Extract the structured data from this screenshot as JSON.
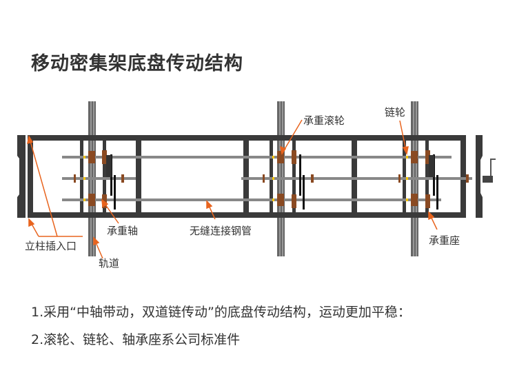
{
  "title": "移动密集架底盘传动结构",
  "labels": {
    "roller": "承重滚轮",
    "sprocket": "链轮",
    "axle": "承重轴",
    "tube": "无缝连接钢管",
    "seat": "承重座",
    "post_slot": "立柱插入口",
    "track": "轨道"
  },
  "notes": [
    "1.采用“中轴带动，双道链传动”的底盘传动结构，运动更加平稳：",
    "2.滚轮、链轮、轴承座系公司标准件"
  ],
  "colors": {
    "frame": "#3a3a3a",
    "arrow": "#e8641e",
    "wheel": "#8a4a22"
  }
}
